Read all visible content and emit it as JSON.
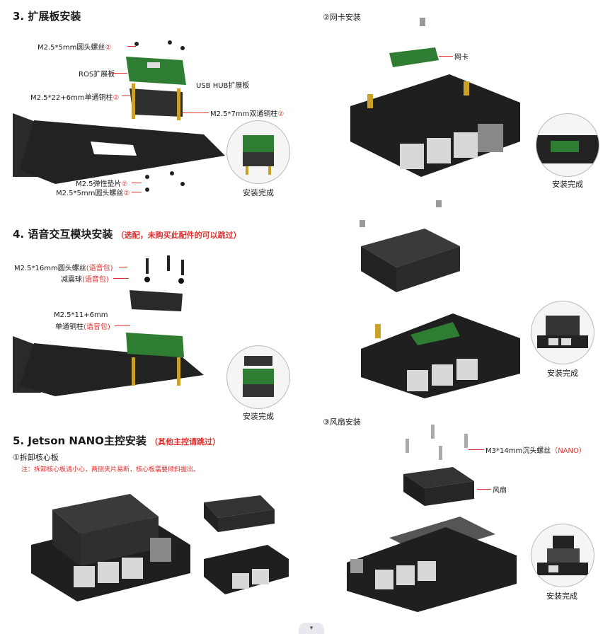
{
  "sec3": {
    "title": "3. 扩展板安装",
    "screw_top": "M2.5*5mm圆头螺丝",
    "mark": "②",
    "ros_board": "ROS扩展板",
    "pillar": "M2.5*22+6mm单通铜柱",
    "usb_hub": "USB HUB扩展板",
    "pillar2": "M2.5*7mm双通铜柱",
    "washer": "M2.5弹性垫片",
    "screw_bottom": "M2.5*5mm圆头螺丝",
    "done": "安装完成"
  },
  "sec4": {
    "title": "4. 语音交互模块安装",
    "note": "（选配，未购买此配件的可以跳过）",
    "screw": "M2.5*16mm圆头螺丝",
    "pack": "(语音包)",
    "ball": "减震球",
    "pillar_line1": "M2.5*11+6mm",
    "pillar_line2": "单通铜柱",
    "done": "安装完成"
  },
  "sec5": {
    "title": "5. Jetson NANO主控安装",
    "note": "（其他主控请跳过）",
    "sub1": "①拆卸核心板",
    "sub1_note": "注：拆卸核心板请小心，两侧夹片易断，核心板需要倾斜拔出。"
  },
  "wifi": {
    "title": "②网卡安装",
    "card": "网卡",
    "done": "安装完成",
    "done2": "安装完成"
  },
  "fan": {
    "title": "③风扇安装",
    "screw": "M3*14mm沉头螺丝",
    "screw_note": "（NANO）",
    "fan": "风扇",
    "done": "安装完成"
  },
  "colors": {
    "accent": "#e03030",
    "board_green": "#2e7d32",
    "metal": "#2a2a2a"
  },
  "icons": {
    "scroll": "chevron-down-icon"
  },
  "scroll_glyph": "▾"
}
